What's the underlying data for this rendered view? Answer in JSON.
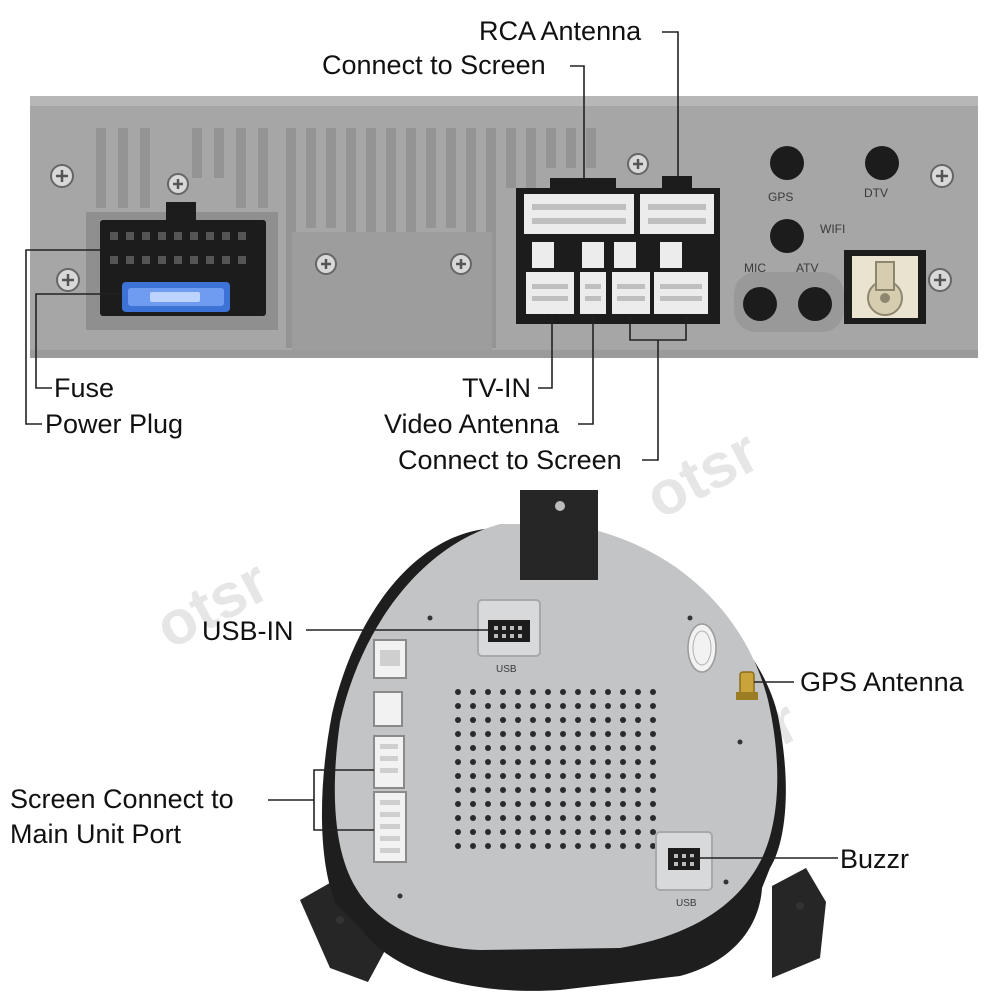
{
  "colors": {
    "background": "#ffffff",
    "chassis": "#a6a6a6",
    "chassis_dark": "#8e8e8e",
    "connector_black": "#1c1c1c",
    "connector_white": "#ececec",
    "fuse_blue": "#3d73d6",
    "screen_back": "#c2c4c6",
    "bracket_black": "#262626",
    "leader_line": "#222222"
  },
  "icons": [
    "screw-icon",
    "fuse-icon",
    "antenna-jack-icon",
    "speaker-grille-icon"
  ],
  "watermark": "otsr",
  "main_unit": {
    "port_labels": {
      "gps": "GPS",
      "dtv": "DTV",
      "wifi": "WIFI",
      "mic": "MIC",
      "atv": "ATV"
    }
  },
  "screen_unit": {
    "port_labels": {
      "usb_top": "USB",
      "usb_bottom": "USB"
    }
  },
  "callouts": {
    "rca_antenna": "RCA Antenna",
    "connect_to_screen_top": "Connect to Screen",
    "fuse": "Fuse",
    "power_plug": "Power Plug",
    "tv_in": "TV-IN",
    "video_antenna": "Video Antenna",
    "connect_to_screen_bottom": "Connect to Screen",
    "usb_in": "USB-IN",
    "gps_antenna": "GPS Antenna",
    "screen_connect_line1": "Screen Connect to",
    "screen_connect_line2": "Main Unit Port",
    "buzzr": "Buzzr"
  }
}
